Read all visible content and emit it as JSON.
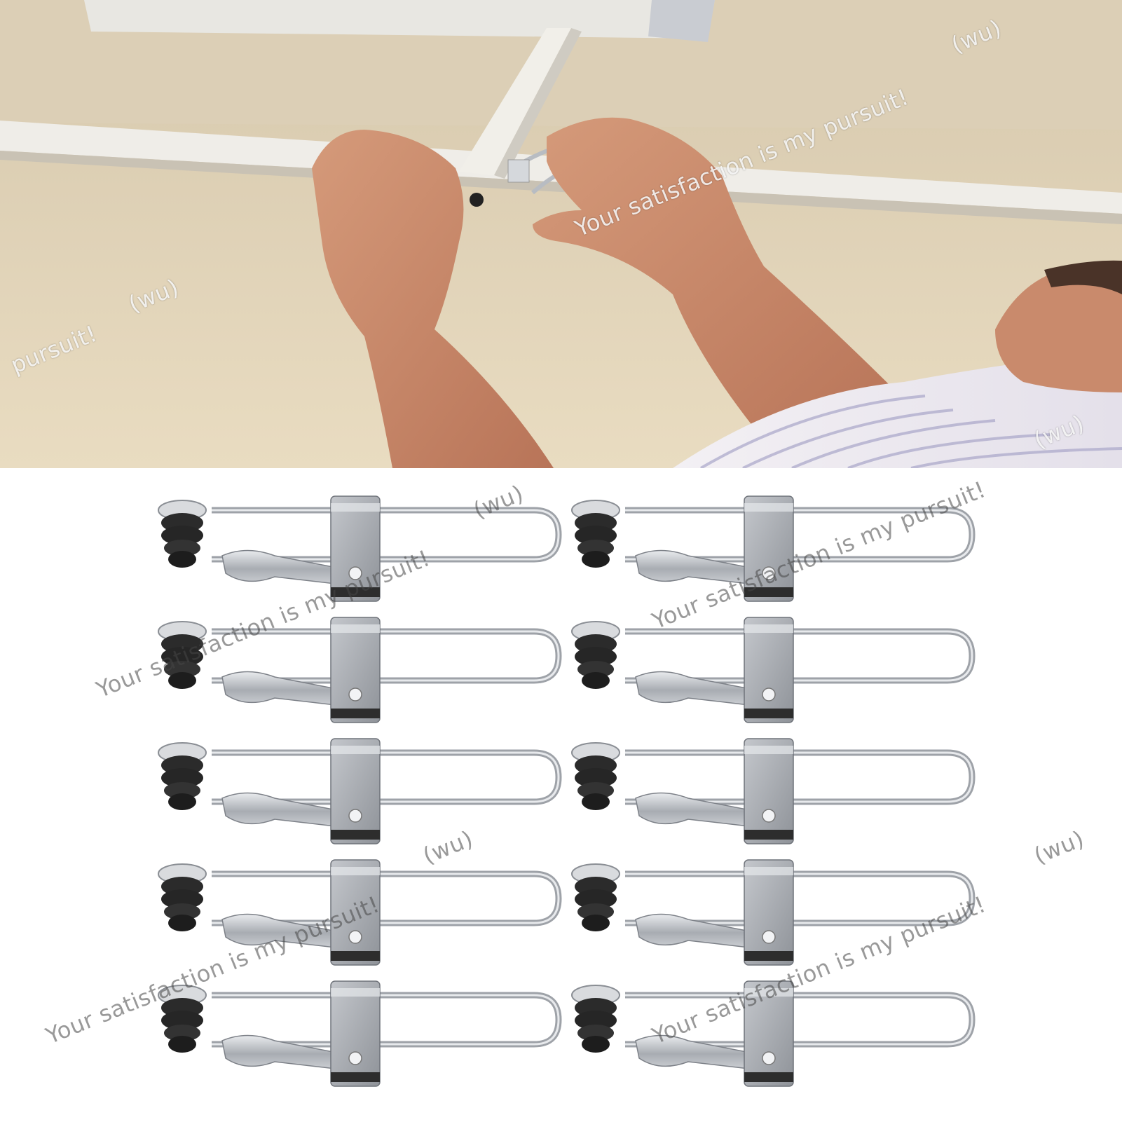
{
  "watermark": {
    "slogan": "Your satisfaction is my pursuit!",
    "slogan_partial": "pursuit!",
    "tag": "(wu)"
  },
  "product": {
    "clip_count": 10,
    "grid_columns": 2,
    "grid_rows": 5
  },
  "colors": {
    "ceiling": "#d9cdb6",
    "wall": "#e6d8bd",
    "track": "#ece9e2",
    "metal": "#b9bcc1",
    "rubber": "#2a2a2a"
  }
}
